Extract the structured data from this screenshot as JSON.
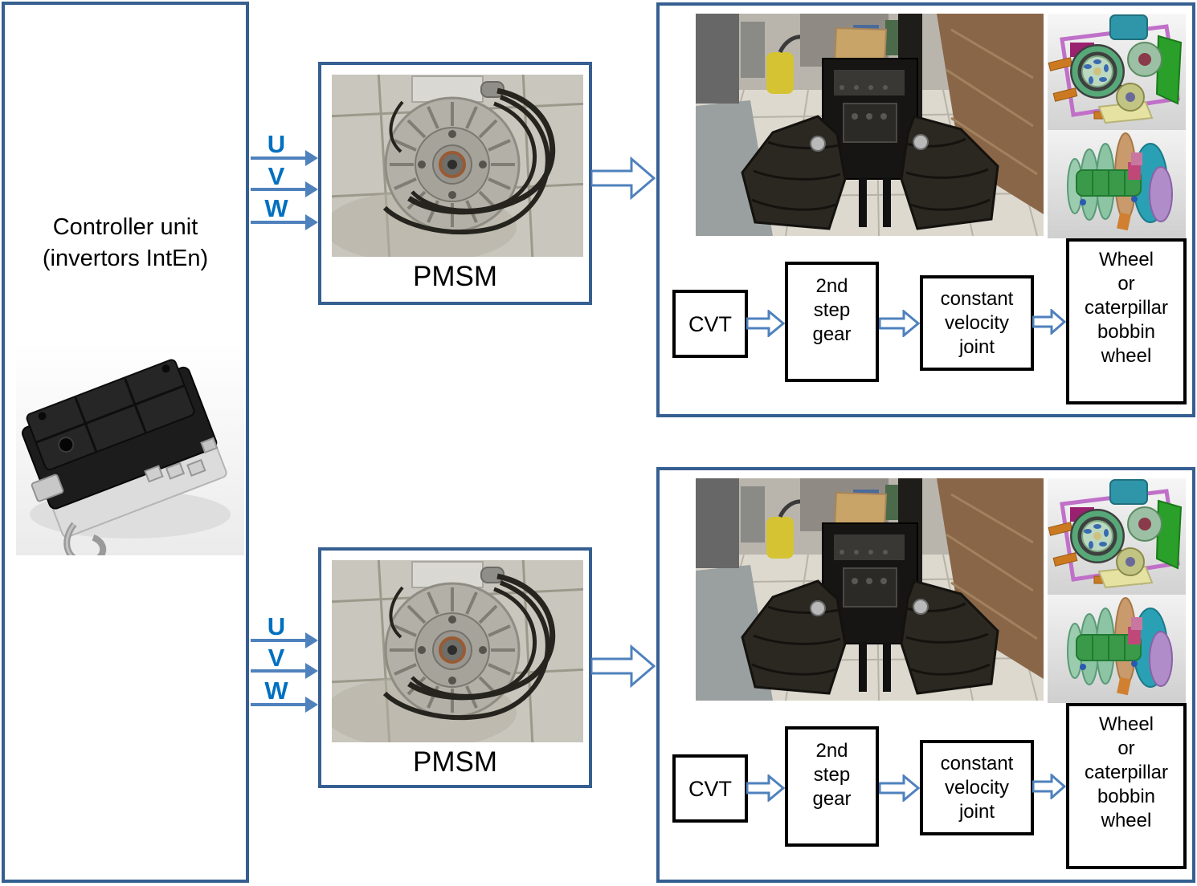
{
  "controller": {
    "label": "Controller unit\n(invertors IntEn)"
  },
  "phases": [
    "U",
    "V",
    "W"
  ],
  "motor": {
    "label": "PMSM"
  },
  "drivetrain": {
    "cvt_label": "CVT",
    "gear_label": "2nd\nstep\ngear",
    "cvj_label": "constant\nvelocity\njoint",
    "wheel_label": "Wheel\nor\ncaterpillar\nbobbin\nwheel"
  },
  "images": {
    "controller_photo": "inverter-controller-unit-photo",
    "pmsm_photo": "pmsm-motor-photo",
    "robot_photo": "tracked-robot-rear-photo",
    "cad_drivetrain": "cad-drivetrain-render",
    "cad_bobbin_wheel": "cad-bobbin-wheel-render"
  },
  "colors": {
    "box_border": "#365f91",
    "flow_border": "#000000",
    "phase_text": "#0070c0",
    "arrow_stroke": "#4f81bd",
    "arrow_fill": "#ffffff"
  }
}
